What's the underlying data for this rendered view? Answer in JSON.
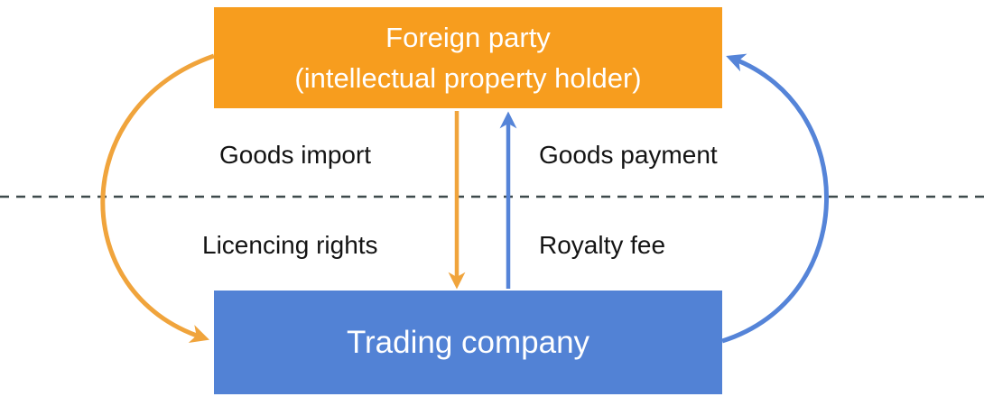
{
  "diagram": {
    "nodes": {
      "foreign_party": {
        "line1": "Foreign party",
        "line2": "(intellectual property holder)"
      },
      "trading_company": {
        "label": "Trading company"
      }
    },
    "flows": {
      "goods_import": "Goods import",
      "goods_payment": "Goods payment",
      "licencing_rights": "Licencing rights",
      "royalty_fee": "Royalty fee"
    }
  },
  "colors": {
    "box_orange": "#F79D1E",
    "box_blue": "#5282D5",
    "arrow_orange": "#F0A43C",
    "arrow_blue": "#5584D8",
    "divider": "#3E4A4C",
    "label_text": "#141414",
    "node_text": "#FFFFFF"
  }
}
